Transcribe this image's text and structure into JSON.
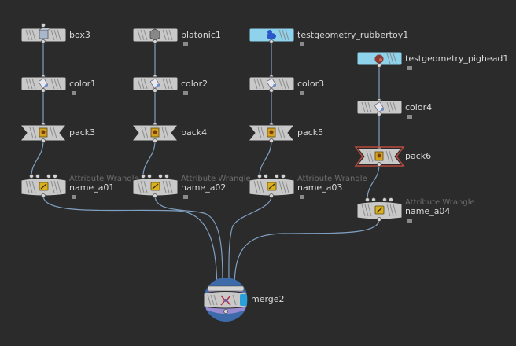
{
  "network": {
    "nodes": [
      {
        "id": "box3",
        "label": "box3",
        "icon": "box-icon"
      },
      {
        "id": "platonic1",
        "label": "platonic1",
        "icon": "platonic-icon"
      },
      {
        "id": "rubbertoy",
        "label": "testgeometry_rubbertoy1",
        "icon": "rubbertoy-icon"
      },
      {
        "id": "pighead",
        "label": "testgeometry_pighead1",
        "icon": "pighead-icon"
      },
      {
        "id": "color1",
        "label": "color1",
        "icon": "color-icon"
      },
      {
        "id": "color2",
        "label": "color2",
        "icon": "color-icon"
      },
      {
        "id": "color3",
        "label": "color3",
        "icon": "color-icon"
      },
      {
        "id": "color4",
        "label": "color4",
        "icon": "color-icon"
      },
      {
        "id": "pack3",
        "label": "pack3",
        "icon": "pack-icon"
      },
      {
        "id": "pack4",
        "label": "pack4",
        "icon": "pack-icon"
      },
      {
        "id": "pack5",
        "label": "pack5",
        "icon": "pack-icon"
      },
      {
        "id": "pack6",
        "label": "pack6",
        "icon": "pack-icon"
      },
      {
        "id": "name_a01",
        "label": "name_a01",
        "type_label": "Attribute Wrangle",
        "icon": "wrangle-icon"
      },
      {
        "id": "name_a02",
        "label": "name_a02",
        "type_label": "Attribute Wrangle",
        "icon": "wrangle-icon"
      },
      {
        "id": "name_a03",
        "label": "name_a03",
        "type_label": "Attribute Wrangle",
        "icon": "wrangle-icon"
      },
      {
        "id": "name_a04",
        "label": "name_a04",
        "type_label": "Attribute Wrangle",
        "icon": "wrangle-icon"
      },
      {
        "id": "merge2",
        "label": "merge2",
        "icon": "merge-icon"
      }
    ],
    "colors": {
      "background": "#2b2b2b",
      "wire": "#7f9fc0",
      "node": "#c9c9c9",
      "node_blue": "#8ed2ec",
      "pack6_outline": "#b84a3c",
      "merge_ring": "#3d6aa8",
      "display_flag": "#2aa0d8"
    }
  }
}
